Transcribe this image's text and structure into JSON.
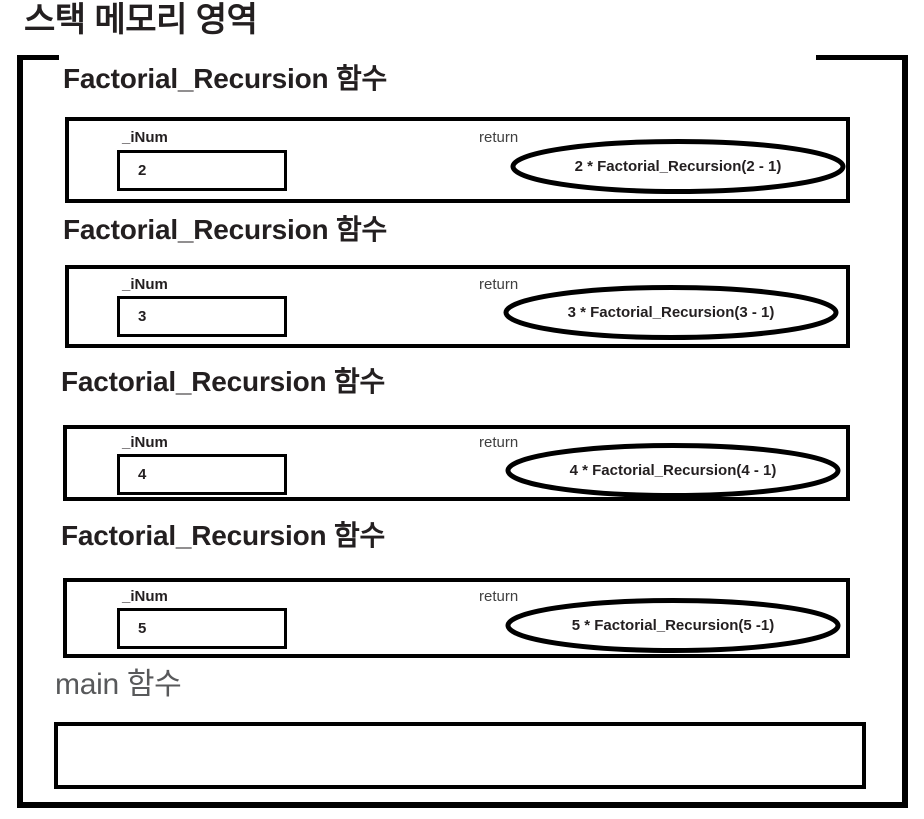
{
  "diagram": {
    "title": "스택 메모리 영역",
    "region_name": "stack-memory-region"
  },
  "frames": [
    {
      "title": "Factorial_Recursion 함수",
      "param_label": "_iNum",
      "param_value": "2",
      "return_label": "return",
      "return_expression": "2 * Factorial_Recursion(2 - 1)"
    },
    {
      "title": "Factorial_Recursion 함수",
      "param_label": "_iNum",
      "param_value": "3",
      "return_label": "return",
      "return_expression": "3 * Factorial_Recursion(3 - 1)"
    },
    {
      "title": "Factorial_Recursion 함수",
      "param_label": "_iNum",
      "param_value": "4",
      "return_label": "return",
      "return_expression": "4 * Factorial_Recursion(4 - 1)"
    },
    {
      "title": "Factorial_Recursion 함수",
      "param_label": "_iNum",
      "param_value": "5",
      "return_label": "return",
      "return_expression": "5 * Factorial_Recursion(5 -1)"
    }
  ],
  "main_frame": {
    "title": "main 함수",
    "body_content": ""
  },
  "colors": {
    "ink": "#231f20",
    "muted": "#58595b",
    "stroke": "#000000",
    "background": "#ffffff"
  }
}
